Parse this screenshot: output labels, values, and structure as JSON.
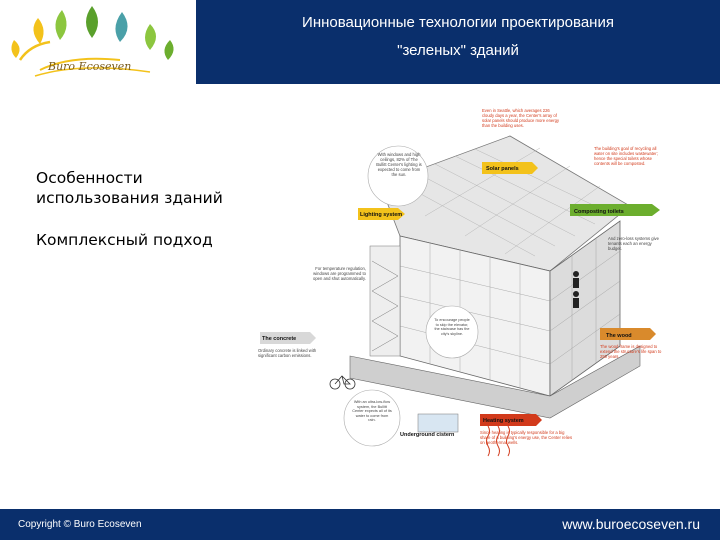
{
  "brand": {
    "logo_text": "Buro Ecoseven",
    "colors": {
      "navy": "#0a2f6c",
      "green": "#6cae2e",
      "yellow": "#f3c21b",
      "red": "#d23a1b"
    }
  },
  "header": {
    "title_line1": "Инновационные технологии проектирования",
    "title_line2": "\"зеленых\" зданий"
  },
  "content": {
    "item1": "Особенности использования зданий",
    "item2": "Комплексный подход"
  },
  "diagram": {
    "labels": {
      "solar": "Solar panels",
      "lighting": "Lighting system",
      "composting": "Composting toilets",
      "concrete": "The concrete",
      "wood": "The wood",
      "heating": "Heating system",
      "cistern": "Underground cistern"
    },
    "notes": {
      "lighting_note": "With windows and high ceilings, 82% of The Bullitt Center's lighting is expected to come from the sun.",
      "solar_note": "Even in Seattle, which averages 226 cloudy days a year, the Center's array of solar panels should produce more energy than the building uses.",
      "composting_note": "The building's goal of recycling all water on site includes wastewater; hence the special toilets whose contents will be composted.",
      "tenant_note": "And zero-loss systems give tenants each an energy budget.",
      "temperature_note": "For temperature regulation, windows are programmed to open and shut automatically.",
      "stair_note": "To encourage people to skip the elevator, the staircase has the city's skyline.",
      "concrete_note": "Ordinary concrete is linked with significant carbon emissions.",
      "water_note": "With an ultra-low-flow system, the Bullitt Center expects all of its water to come from rain.",
      "heating_note": "Since heating is typically responsible for a big share of a building's energy use, the Center relies on geothermal wells.",
      "wood_note": "The wood frame is designed to extend the structure's life span to 250 years."
    }
  }
}
